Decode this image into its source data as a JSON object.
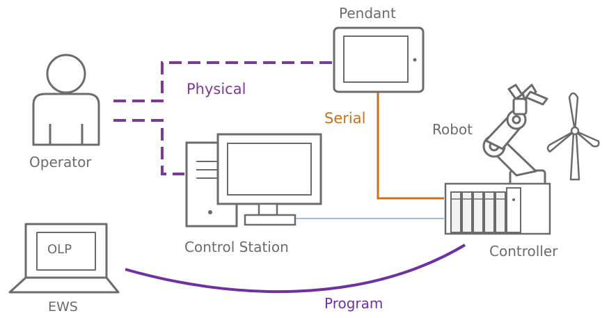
{
  "nodes": {
    "pendant": "Pendant",
    "operator": "Operator",
    "robot": "Robot",
    "control_station": "Control Station",
    "controller": "Controller",
    "ews": "EWS",
    "olp": "OLP"
  },
  "connections": {
    "physical": "Physical",
    "serial": "Serial",
    "program": "Program"
  },
  "colors": {
    "device_stroke": "#6b6b6b",
    "physical": "#7b3a96",
    "serial": "#c8711a",
    "network": "#9cbde0",
    "program": "#7030a0"
  }
}
